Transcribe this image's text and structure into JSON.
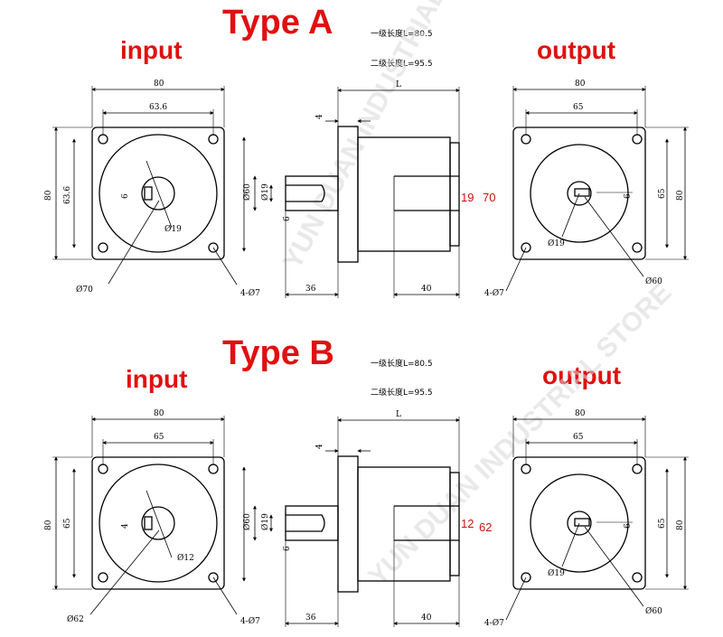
{
  "watermark": "YUN DUAN INDUSTRIAL STORE",
  "typeA": {
    "title": "Type A",
    "input_label": "input",
    "output_label": "output",
    "spec_line1": "一级长度L=80.5",
    "spec_line2": "二级长度L=95.5",
    "input_view": {
      "width": "80",
      "bolt_spacing": "63.6",
      "height": "80",
      "height_inner": "63.6",
      "key_width": "6",
      "shaft_dia": "Ø19",
      "pilot_dia": "Ø70",
      "holes": "4-Ø7"
    },
    "side_view": {
      "length": "L",
      "flange": "4",
      "housing_dia": "Ø60",
      "shaft_dia": "Ø19",
      "key": "6",
      "input_len": "36",
      "output_len": "40",
      "red_a": "19",
      "red_b": "70"
    },
    "output_view": {
      "width": "80",
      "bolt_spacing": "65",
      "height": "80",
      "height_inner": "65",
      "key_width": "6",
      "shaft_dia": "Ø19",
      "pilot_dia": "Ø60",
      "holes": "4-Ø7"
    }
  },
  "typeB": {
    "title": "Type B",
    "input_label": "input",
    "output_label": "output",
    "spec_line1": "一级长度L=80.5",
    "spec_line2": "二级长度L=95.5",
    "input_view": {
      "width": "80",
      "bolt_spacing": "65",
      "height": "80",
      "height_inner": "65",
      "key_width": "4",
      "shaft_dia": "Ø12",
      "pilot_dia": "Ø62",
      "holes": "4-Ø7"
    },
    "side_view": {
      "length": "L",
      "flange": "4",
      "housing_dia": "Ø60",
      "shaft_dia": "Ø19",
      "key": "6",
      "input_len": "36",
      "output_len": "40",
      "red_a": "12",
      "red_b": "62"
    },
    "output_view": {
      "width": "80",
      "bolt_spacing": "65",
      "height": "80",
      "height_inner": "65",
      "key_width": "6",
      "shaft_dia": "Ø19",
      "pilot_dia": "Ø60",
      "holes": "4-Ø7"
    }
  }
}
